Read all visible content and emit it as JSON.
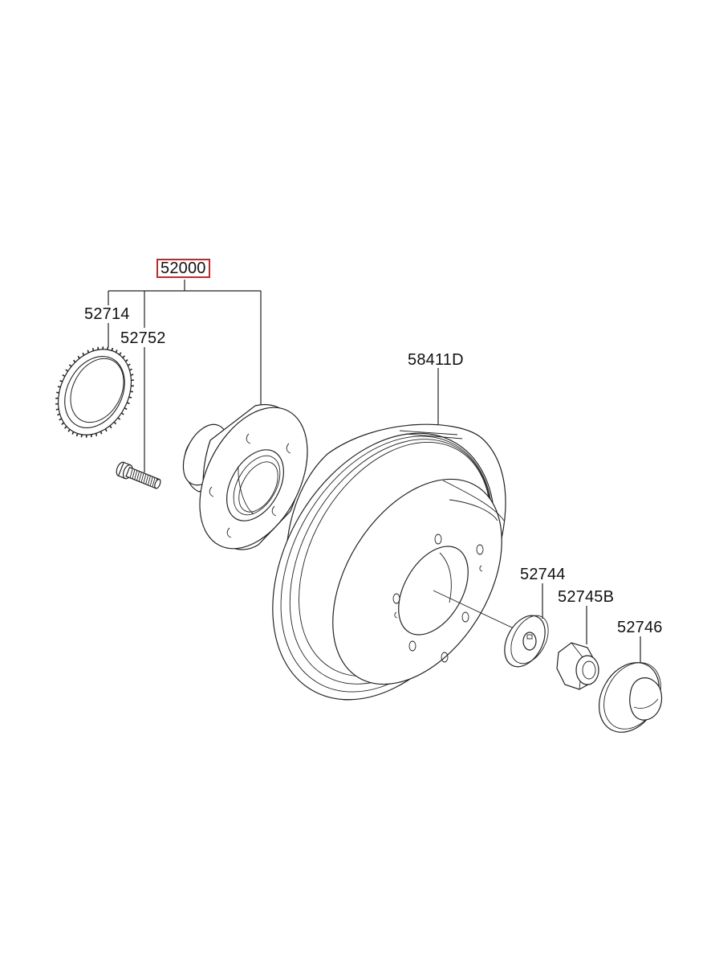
{
  "diagram": {
    "parts": [
      {
        "id": "assembly",
        "number": "52000",
        "highlighted": true
      },
      {
        "id": "tone-wheel",
        "number": "52714"
      },
      {
        "id": "hub-bolt",
        "number": "52752"
      },
      {
        "id": "brake-disc",
        "number": "58411D"
      },
      {
        "id": "washer",
        "number": "52744"
      },
      {
        "id": "hub-nut",
        "number": "52745B"
      },
      {
        "id": "hub-cap",
        "number": "52746"
      }
    ],
    "highlight_color": "#d42020"
  }
}
